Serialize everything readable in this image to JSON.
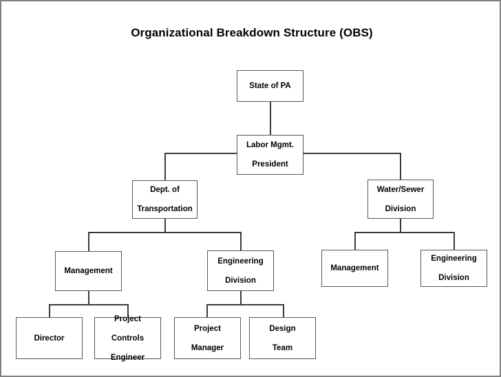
{
  "chart_data": {
    "type": "diagram",
    "diagram_type": "organizational-chart",
    "title": "Organizational Breakdown Structure (OBS)",
    "orientation": "top-down",
    "box_border_color": "#555555",
    "box_fill_color": "#ffffff",
    "connector_color": "#3a3a3a",
    "page_border_color": "#808080",
    "levels": 5,
    "nodes": [
      {
        "id": "state",
        "label": "State of PA",
        "level": 1,
        "parent": null
      },
      {
        "id": "labor",
        "label": "Labor Mgmt.\nPresident",
        "level": 2,
        "parent": "state"
      },
      {
        "id": "dot",
        "label": "Dept. of\nTransportation",
        "level": 3,
        "parent": "labor"
      },
      {
        "id": "water",
        "label": "Water/Sewer\nDivision",
        "level": 3,
        "parent": "labor"
      },
      {
        "id": "dot-mgmt",
        "label": "Management",
        "level": 4,
        "parent": "dot"
      },
      {
        "id": "dot-eng",
        "label": "Engineering\nDivision",
        "level": 4,
        "parent": "dot"
      },
      {
        "id": "water-mgmt",
        "label": "Management",
        "level": 4,
        "parent": "water"
      },
      {
        "id": "water-eng",
        "label": "Engineering\nDivision",
        "level": 4,
        "parent": "water"
      },
      {
        "id": "director",
        "label": "Director",
        "level": 5,
        "parent": "dot-mgmt"
      },
      {
        "id": "pce",
        "label": "Project\nControls\nEngineer",
        "level": 5,
        "parent": "dot-mgmt"
      },
      {
        "id": "pm",
        "label": "Project\nManager",
        "level": 5,
        "parent": "dot-eng"
      },
      {
        "id": "design",
        "label": "Design\nTeam",
        "level": 5,
        "parent": "dot-eng"
      }
    ]
  },
  "page": {
    "title": "Organizational Breakdown Structure (OBS)"
  },
  "nodes": {
    "state": {
      "label": "State of PA"
    },
    "labor": {
      "line1": "Labor Mgmt.",
      "line2": "President"
    },
    "dot": {
      "line1": "Dept. of",
      "line2": "Transportation"
    },
    "water": {
      "line1": "Water/Sewer",
      "line2": "Division"
    },
    "dot_mgmt": {
      "label": "Management"
    },
    "dot_eng": {
      "line1": "Engineering",
      "line2": "Division"
    },
    "water_mgmt": {
      "label": "Management"
    },
    "water_eng": {
      "line1": "Engineering",
      "line2": "Division"
    },
    "director": {
      "label": "Director"
    },
    "pce": {
      "line1": "Project",
      "line2": "Controls",
      "line3": "Engineer"
    },
    "pm": {
      "line1": "Project",
      "line2": "Manager"
    },
    "design": {
      "line1": "Design",
      "line2": "Team"
    }
  }
}
